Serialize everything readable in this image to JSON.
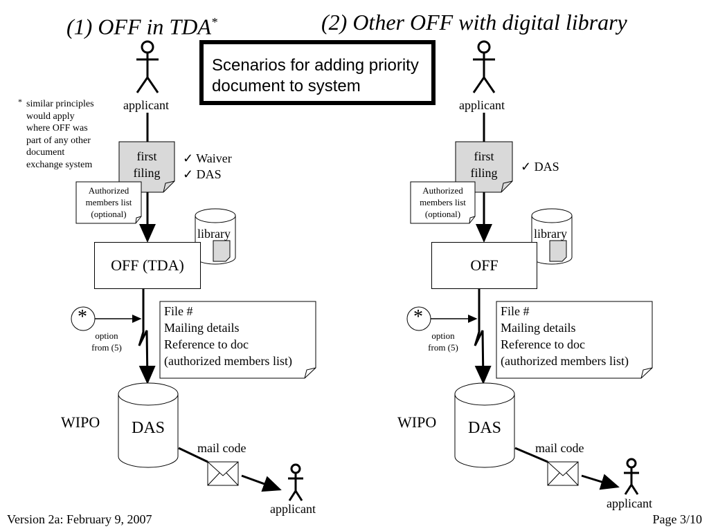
{
  "titles": {
    "left": "(1) OFF in TDA",
    "left_mark": "*",
    "right": "(2) Other OFF with digital library"
  },
  "scenario_box": {
    "line1": "Scenarios for adding priority",
    "line2": "document to system"
  },
  "footnote": {
    "mark": "*",
    "lines": [
      "similar principles",
      "would apply",
      "where OFF was",
      "part of any other",
      "document",
      "exchange system"
    ]
  },
  "left": {
    "applicant_top": "applicant",
    "first_filing": [
      "first",
      "filing"
    ],
    "checks": [
      "✓ Waiver",
      "✓ DAS"
    ],
    "members_list": [
      "Authorized",
      "members list",
      "(optional)"
    ],
    "library": "library",
    "off_box": "OFF (TDA)",
    "option_symbol": "*",
    "option_text": [
      "option",
      "from (5)"
    ],
    "notes": [
      "File #",
      "Mailing details",
      "Reference to doc",
      "(authorized members list)"
    ],
    "wipo": "WIPO",
    "das": "DAS",
    "mail_code": "mail code",
    "applicant_bottom": "applicant"
  },
  "right": {
    "applicant_top": "applicant",
    "first_filing": [
      "first",
      "filing"
    ],
    "checks": [
      "✓ DAS"
    ],
    "members_list": [
      "Authorized",
      "members list",
      "(optional)"
    ],
    "library": "library",
    "off_box": "OFF",
    "option_symbol": "*",
    "option_text": [
      "option",
      "from (5)"
    ],
    "notes": [
      "File #",
      "Mailing details",
      "Reference to doc",
      "(authorized members list)"
    ],
    "wipo": "WIPO",
    "das": "DAS",
    "mail_code": "mail code",
    "applicant_bottom": "applicant"
  },
  "footer": {
    "version": "Version 2a:  February 9, 2007",
    "page": "Page 3/10"
  },
  "colors": {
    "doc_fill": "#d9d9d9",
    "line": "#000000",
    "background": "#ffffff"
  }
}
